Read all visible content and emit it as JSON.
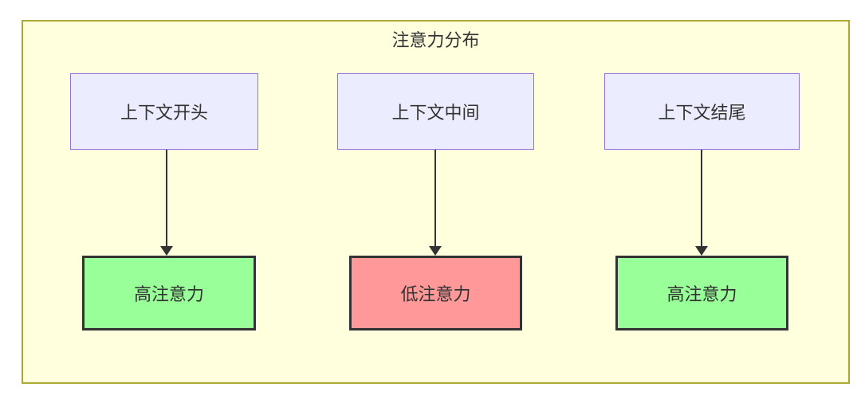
{
  "diagram": {
    "title": "注意力分布",
    "columns": [
      {
        "source": "上下文开头",
        "target": "高注意力",
        "target_type": "high"
      },
      {
        "source": "上下文中间",
        "target": "低注意力",
        "target_type": "low"
      },
      {
        "source": "上下文结尾",
        "target": "高注意力",
        "target_type": "high"
      }
    ],
    "colors": {
      "cluster_fill": "#ffffde",
      "cluster_border": "#aaaa33",
      "source_fill": "#ececff",
      "source_border": "#9370db",
      "high_fill": "#99ff99",
      "low_fill": "#ff9999",
      "target_border": "#333333",
      "arrow": "#333333",
      "text": "#333333"
    }
  }
}
